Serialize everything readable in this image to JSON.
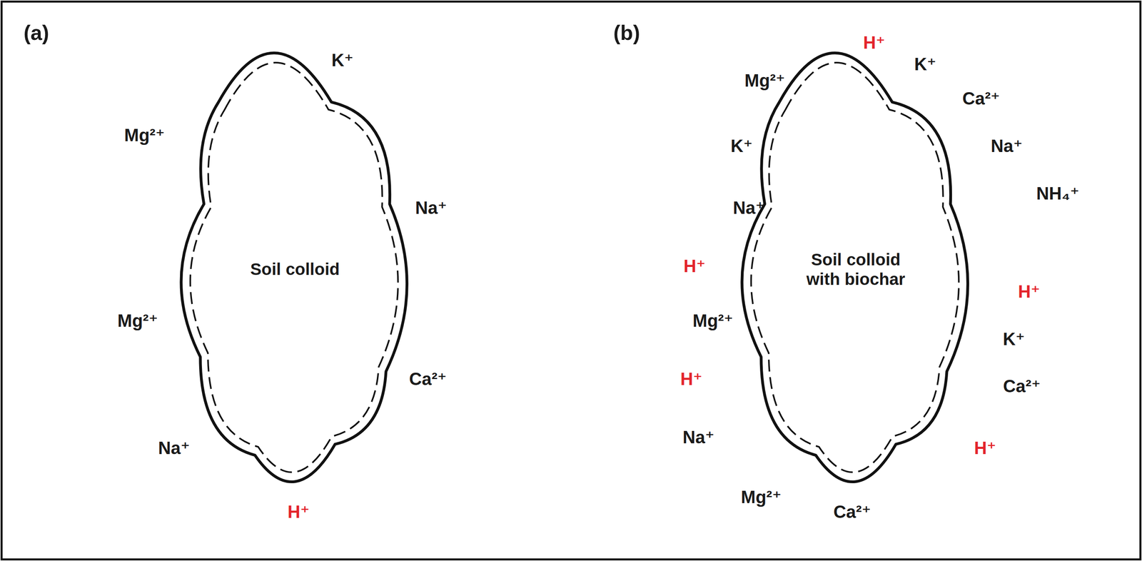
{
  "diagram": {
    "nodes": [
      {
        "text": [
          "Soil colloid"
        ]
      },
      {
        "text": [
          "Soil colloid with biochar"
        ]
      }
    ],
    "labels": [
      "(a)",
      "K⁺",
      "Mg²⁺",
      "Na⁺",
      "Mg²⁺",
      "Ca²⁺",
      "Na⁺",
      "H⁺",
      "(b)",
      "H⁺",
      "Mg²⁺",
      "K⁺",
      "Ca²⁺",
      "K⁺",
      "Na⁺",
      "Na⁺",
      "NH₄⁺",
      "H⁺",
      "H⁺",
      "Mg²⁺",
      "K⁺",
      "H⁺",
      "Ca²⁺",
      "Na⁺",
      "H⁺",
      "Mg²⁺",
      "Ca²⁺"
    ]
  }
}
